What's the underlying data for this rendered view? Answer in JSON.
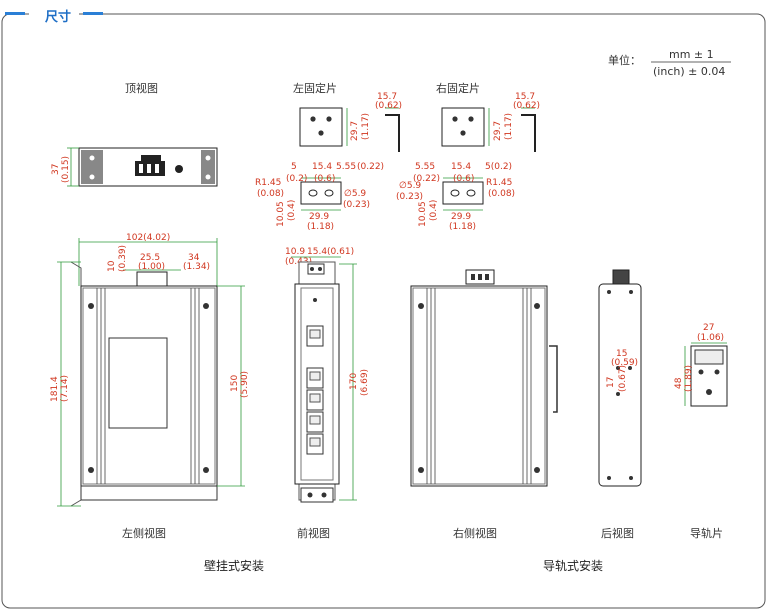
{
  "section_title": "尺寸",
  "unit": {
    "label": "单位：",
    "numerator": "mm ± 1",
    "denominator": "(inch) ± 0.04"
  },
  "views": {
    "top": "顶视图",
    "left_bracket": "左固定片",
    "right_bracket": "右固定片",
    "left_side": "左侧视图",
    "front": "前视图",
    "right_side": "右侧视图",
    "rear": "后视图",
    "rail_clip": "导轨片"
  },
  "captions": {
    "wall_mount": "壁挂式安装",
    "din_rail": "导轨式安装"
  },
  "dims": {
    "top_h": "37",
    "top_h_in": "(0.15)",
    "lb_flange": "15.7",
    "lb_flange_in": "(0.62)",
    "lb_h": "29.7",
    "lb_h_in": "(1.17)",
    "rb_flange": "15.7",
    "rb_flange_in": "(0.62)",
    "rb_h": "29.7",
    "rb_h_in": "(1.17)",
    "lb_a": "5",
    "lb_a_in": "(0.2)",
    "lb_b": "15.4",
    "lb_b_in": "(0.6)",
    "lb_c": "5.55",
    "lb_c_in": "(0.22)",
    "lb_r": "R1.45",
    "lb_r_in": "(0.08)",
    "lb_d": "∅5.9",
    "lb_d_in": "(0.23)",
    "lb_v": "10.05",
    "lb_v_in": "(0.4)",
    "lb_w": "29.9",
    "lb_w_in": "(1.18)",
    "rb_a": "5.55",
    "rb_a_in": "(0.22)",
    "rb_b": "15.4",
    "rb_b_in": "(0.6)",
    "rb_c": "5(0.2)",
    "rb_r": "R1.45",
    "rb_r_in": "(0.08)",
    "rb_d": "∅5.9",
    "rb_d_in": "(0.23)",
    "rb_v": "10.05",
    "rb_v_in": "(0.4)",
    "rb_w": "29.9",
    "rb_w_in": "(1.18)",
    "ls_w": "102(4.02)",
    "ls_a": "10",
    "ls_a_in": "(0.39)",
    "ls_b": "25.5",
    "ls_b_in": "(1.00)",
    "ls_c": "34",
    "ls_c_in": "(1.34)",
    "ls_h": "181.4",
    "ls_h_in": "(7.14)",
    "ls_h2": "150",
    "ls_h2_in": "(5.90)",
    "fv_a": "10.9",
    "fv_a_in": "(0.43)",
    "fv_b": "15.4(0.61)",
    "fv_h": "170",
    "fv_h_in": "(6.69)",
    "rv_a": "15",
    "rv_a_in": "(0.59)",
    "rv_b": "17",
    "rv_b_in": "(0.67)",
    "rc_w": "27",
    "rc_w_in": "(1.06)",
    "rc_h": "48",
    "rc_h_in": "(1.89)"
  }
}
